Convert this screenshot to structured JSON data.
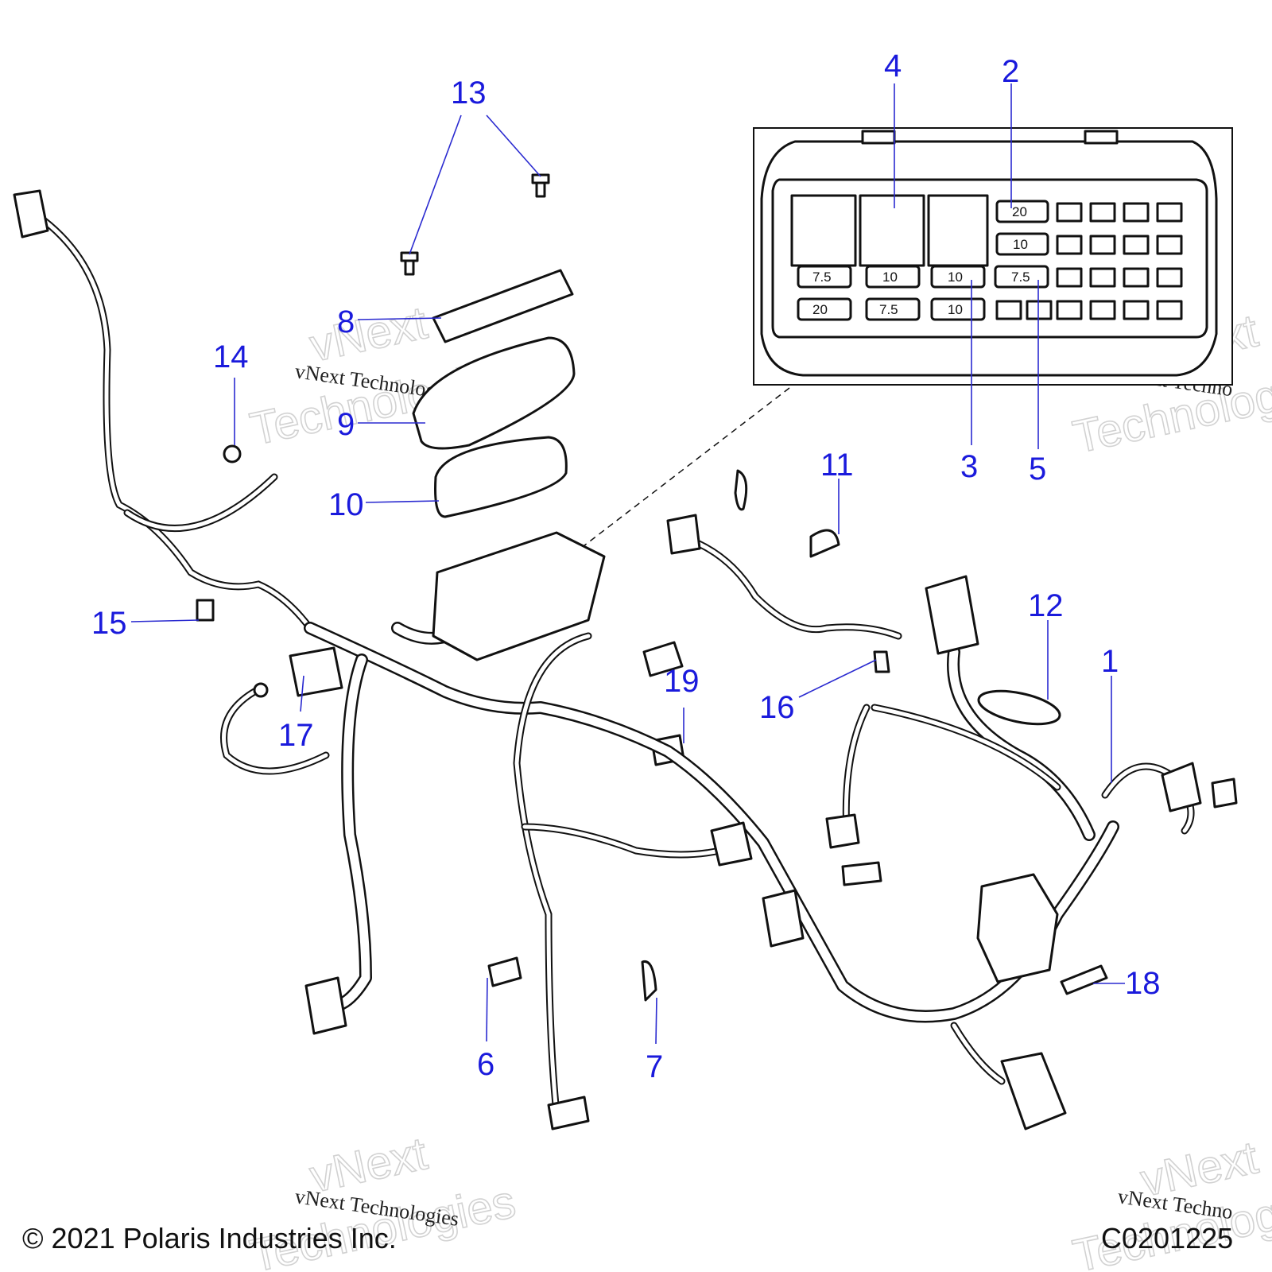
{
  "callouts": [
    {
      "id": "1",
      "label": "1"
    },
    {
      "id": "2",
      "label": "2"
    },
    {
      "id": "3",
      "label": "3"
    },
    {
      "id": "4",
      "label": "4"
    },
    {
      "id": "5",
      "label": "5"
    },
    {
      "id": "6",
      "label": "6"
    },
    {
      "id": "7",
      "label": "7"
    },
    {
      "id": "8",
      "label": "8"
    },
    {
      "id": "9",
      "label": "9"
    },
    {
      "id": "10",
      "label": "10"
    },
    {
      "id": "11",
      "label": "11"
    },
    {
      "id": "12",
      "label": "12"
    },
    {
      "id": "13",
      "label": "13"
    },
    {
      "id": "14",
      "label": "14"
    },
    {
      "id": "15",
      "label": "15"
    },
    {
      "id": "16",
      "label": "16"
    },
    {
      "id": "17",
      "label": "17"
    },
    {
      "id": "18",
      "label": "18"
    },
    {
      "id": "19",
      "label": "19"
    }
  ],
  "fuse_box_detail": {
    "row1": [
      "",
      "",
      "",
      "20"
    ],
    "row2": [
      "",
      "",
      "",
      "10"
    ],
    "row3": [
      "7.5",
      "10",
      "10",
      "7.5"
    ],
    "row4": [
      "20",
      "7.5",
      "10",
      ""
    ]
  },
  "watermark": {
    "brand": "vNext",
    "word": "Technologies",
    "caption": "vNext Technologies",
    "caption_cut": "vNext Techno"
  },
  "footer": {
    "copyright": "© 2021 Polaris Industries Inc.",
    "drawing_code": "C0201225"
  },
  "colors": {
    "callout": "#1a1adc",
    "line": "#111111"
  }
}
